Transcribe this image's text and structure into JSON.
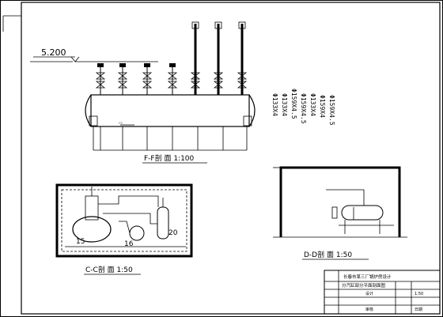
{
  "elevation_mark": "5.200",
  "section_ff": {
    "title": "F-F剖  面  1:100"
  },
  "pipe_labels": [
    "Φ133X4",
    "Φ133X4",
    "Φ159X4.5",
    "Φ159X4.5",
    "Φ133X4",
    "Φ159X4",
    "Φ159X4.5"
  ],
  "section_cc": {
    "title": "C-C剖  面  1:50",
    "items": [
      "15",
      "16",
      "20"
    ]
  },
  "section_dd": {
    "title": "D-D剖  面  1:50"
  },
  "title_block": {
    "project": "长春市某三厂锅炉房设计",
    "drawing": "分汽缸部分平面剖面图",
    "cells": [
      "设计",
      "审核",
      "1:50",
      "日期"
    ]
  },
  "colors": {
    "ink": "#000000",
    "paper": "#ffffff"
  }
}
